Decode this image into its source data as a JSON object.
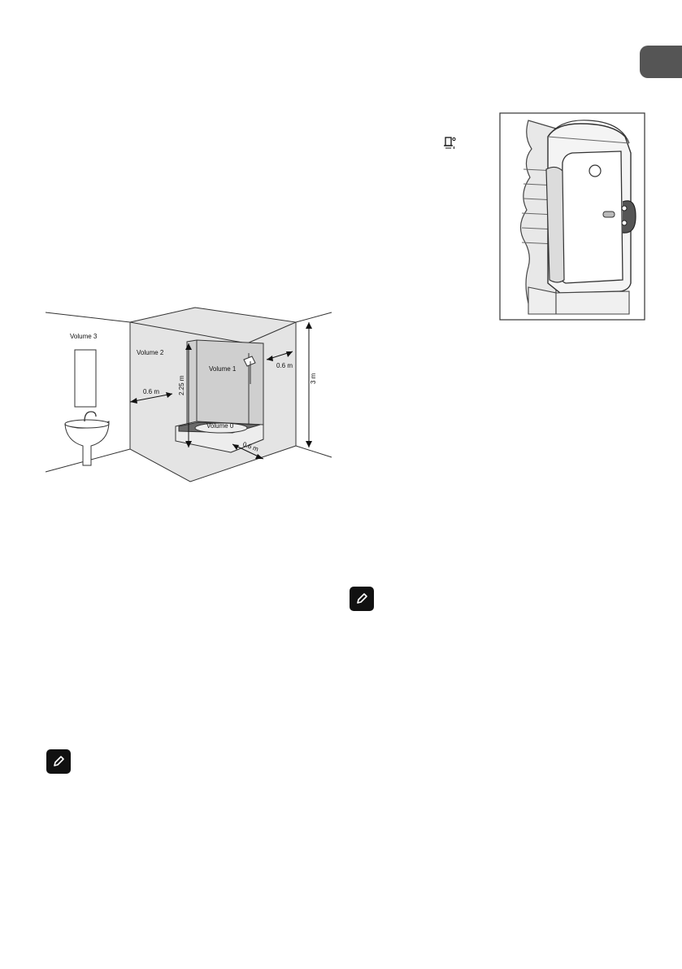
{
  "page": {
    "side_tab_color": "#555555"
  },
  "bathroom_diagram": {
    "volume3_label": "Volume 3",
    "volume2_label": "Volume 2",
    "volume1_label": "Volume 1",
    "volume0_label": "Volume 0",
    "dim_left": "0.6 m",
    "dim_height": "2.25 m",
    "dim_right": "0.6 m",
    "dim_bottom": "0.6 m",
    "dim_wall": "3 m"
  },
  "icons": {
    "heater_symbol": "heater-symbol-icon",
    "note_top": "pencil-note-icon",
    "note_bottom": "pencil-note-icon"
  }
}
